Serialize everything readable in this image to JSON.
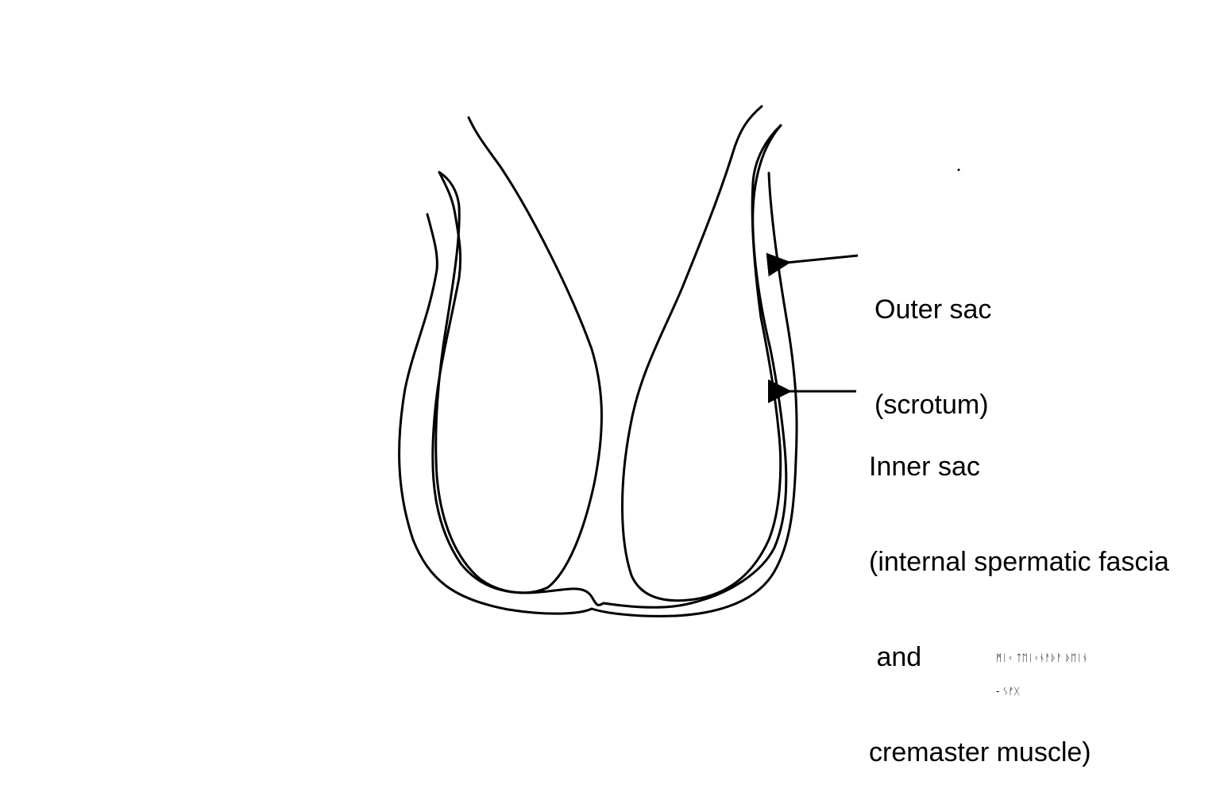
{
  "labels": {
    "outer_sac": {
      "line1": "Outer sac",
      "line2": "(scrotum)"
    },
    "inner_sac": {
      "line1": "Inner sac",
      "line2": "(internal spermatic fascia",
      "line3": " and",
      "line4": "cremaster muscle)"
    }
  },
  "signature": {
    "line1": "ᛗᛁᚲ ᛏᛖᛁᚲᚾᚨᚦᚨ ᚦᛖᛁᚾ",
    "line2": "- ᛊᚠᚷ"
  },
  "colors": {
    "stroke": "#000000",
    "background": "#ffffff"
  }
}
